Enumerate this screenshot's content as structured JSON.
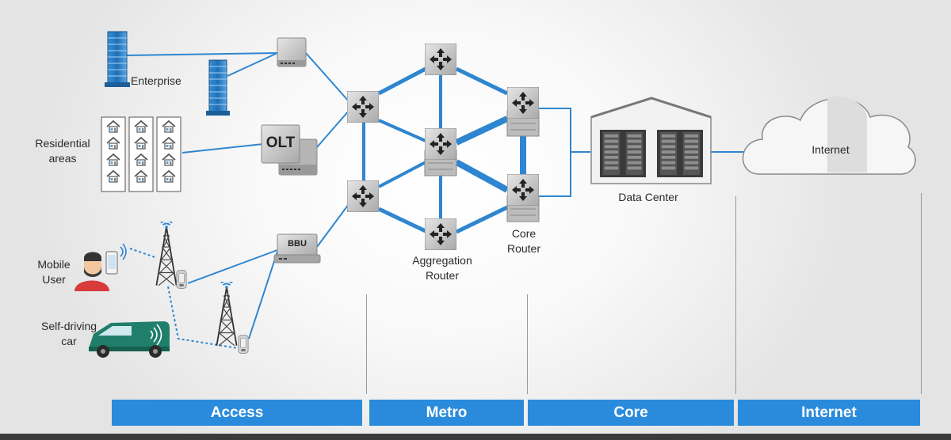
{
  "labels": {
    "enterprise": "Enterprise",
    "residential_1": "Residential",
    "residential_2": "areas",
    "mobile_user_1": "Mobile",
    "mobile_user_2": "User",
    "self_driving_1": "Self-driving",
    "self_driving_2": "car",
    "aggregation_1": "Aggregation",
    "aggregation_2": "Router",
    "core_1": "Core",
    "core_2": "Router",
    "data_center": "Data Center",
    "internet_cloud": "Internet"
  },
  "devices": {
    "olt": "OLT",
    "bbu": "BBU"
  },
  "segments": {
    "access": "Access",
    "metro": "Metro",
    "core": "Core",
    "internet": "Internet"
  },
  "colors": {
    "link_blue": "#2e86d0",
    "segment_blue": "#2a8bdc",
    "device_grey": "#c9c9c9",
    "building_blue": "#2d7fc4"
  }
}
